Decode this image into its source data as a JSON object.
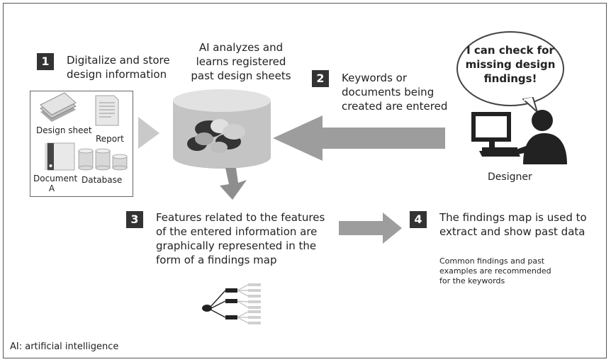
{
  "steps": [
    {
      "num": "1",
      "lines": [
        "Digitalize and store",
        "design information"
      ]
    },
    {
      "num": "2",
      "lines": [
        "Keywords or",
        "documents being",
        "created are entered"
      ]
    },
    {
      "num": "3",
      "lines": [
        "Features related to the features",
        "of the entered information are",
        "graphically represented in the",
        "form of a findings map"
      ]
    },
    {
      "num": "4",
      "lines": [
        "The findings map is used to",
        "extract and show past data"
      ]
    }
  ],
  "ai_caption": [
    "AI analyzes and",
    "learns registered",
    "past design sheets"
  ],
  "sources": {
    "design_sheet": "Design sheet",
    "report": "Report",
    "document_a": [
      "Document",
      "A"
    ],
    "database": "Database"
  },
  "designer_label": "Designer",
  "speech_bubble": [
    "I can check for",
    "missing design",
    "findings!"
  ],
  "recommend_note": [
    "Common findings and past",
    "examples are recommended",
    "for the keywords"
  ],
  "footnote": "AI: artificial intelligence"
}
